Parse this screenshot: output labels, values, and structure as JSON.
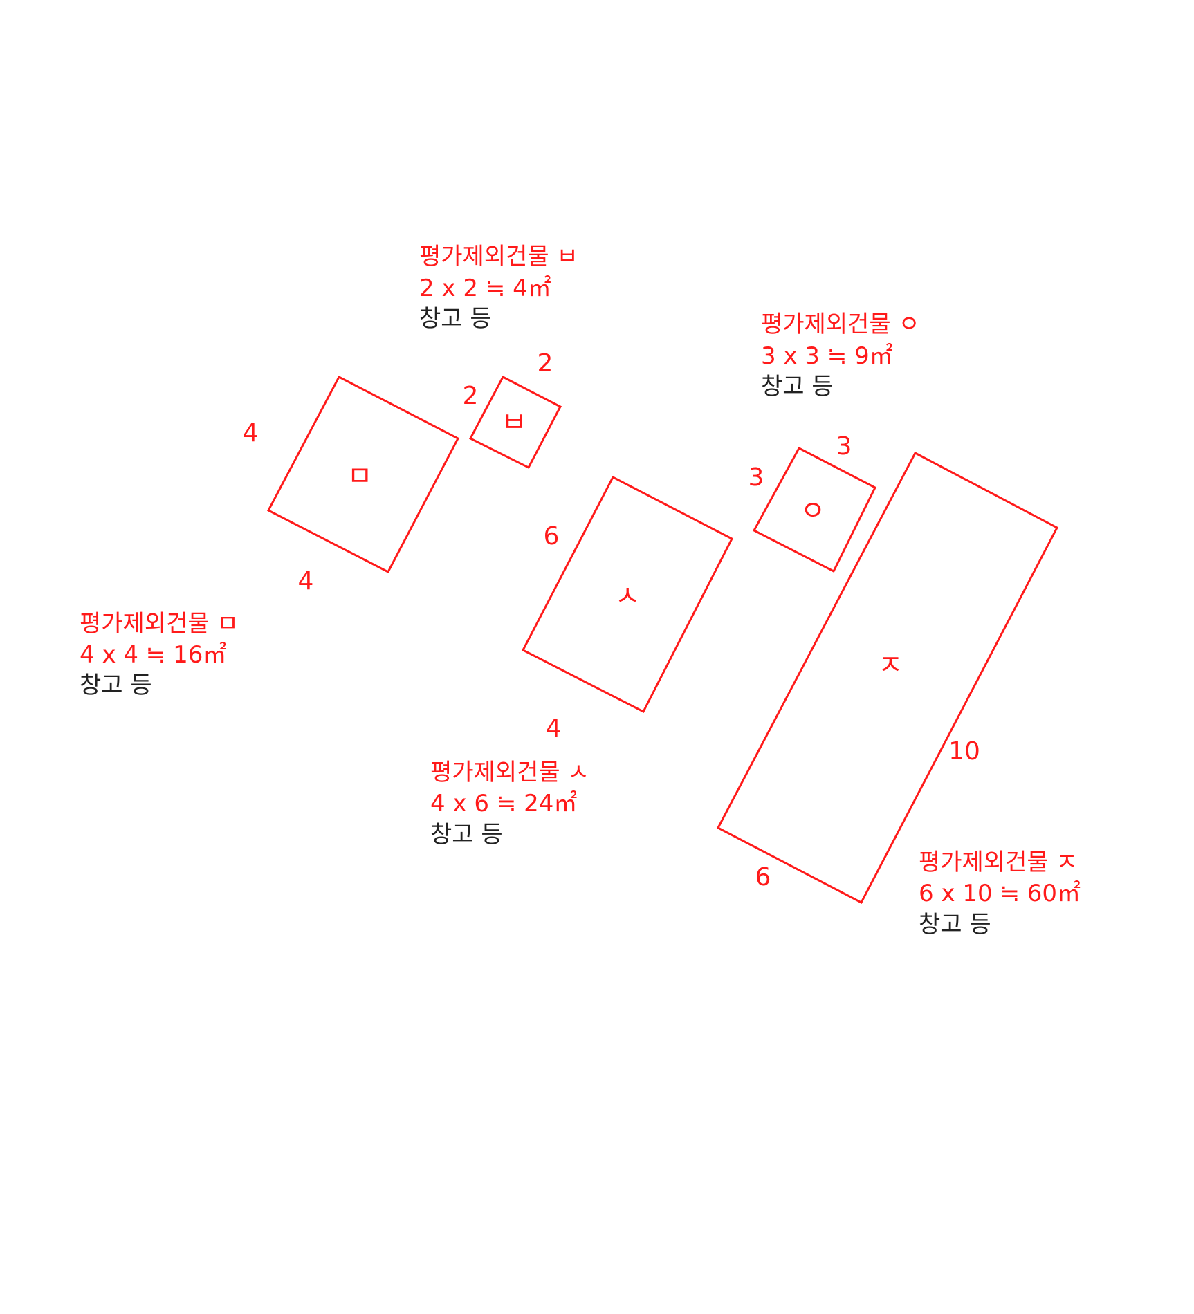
{
  "colors": {
    "line": "#ff1a1a",
    "note_text": "#222222",
    "background": "#ffffff"
  },
  "buildings": [
    {
      "id": "ㅁ",
      "label_title": "평가제외건물 ㅁ",
      "label_formula": "4 x 4 ≒ 16㎡",
      "label_usage": "창고 등",
      "dim_a": "4",
      "dim_b": "4"
    },
    {
      "id": "ㅂ",
      "label_title": "평가제외건물 ㅂ",
      "label_formula": "2 x 2 ≒ 4㎡",
      "label_usage": "창고 등",
      "dim_a": "2",
      "dim_b": "2"
    },
    {
      "id": "ㅅ",
      "label_title": "평가제외건물 ㅅ",
      "label_formula": "4 x 6 ≒ 24㎡",
      "label_usage": "창고 등",
      "dim_a": "6",
      "dim_b": "4"
    },
    {
      "id": "ㅇ",
      "label_title": "평가제외건물 ㅇ",
      "label_formula": "3 x 3 ≒ 9㎡",
      "label_usage": "창고 등",
      "dim_a": "3",
      "dim_b": "3"
    },
    {
      "id": "ㅈ",
      "label_title": "평가제외건물 ㅈ",
      "label_formula": "6 x 10 ≒ 60㎡",
      "label_usage": "창고 등",
      "dim_a": "10",
      "dim_b": "6"
    }
  ]
}
